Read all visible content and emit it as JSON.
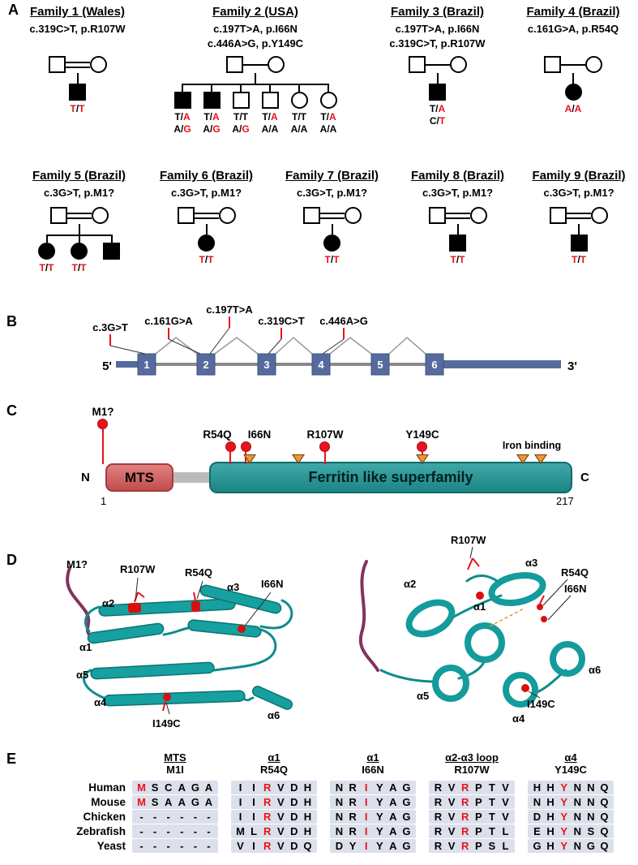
{
  "sep": "/",
  "panels": {
    "a": "A",
    "b": "B",
    "c": "C",
    "d": "D",
    "e": "E"
  },
  "families": {
    "f1": {
      "title": "Family 1 (Wales)",
      "v1": "c.319C>T, p.R107W",
      "g": {
        "a": "T",
        "b": "T"
      }
    },
    "f2": {
      "title": "Family 2 (USA)",
      "v1": "c.197T>A, p.I66N",
      "v2": "c.446A>G, p.Y149C",
      "c1": {
        "r1a": "T",
        "r1b": "A",
        "r2a": "A",
        "r2b": "G"
      },
      "c2": {
        "r1a": "T",
        "r1b": "A",
        "r2a": "A",
        "r2b": "G"
      },
      "c3": {
        "r1a": "T",
        "r1b": "T",
        "r2a": "A",
        "r2b": "G"
      },
      "c4": {
        "r1a": "T",
        "r1b": "A",
        "r2a": "A",
        "r2b": "A"
      },
      "c5": {
        "r1a": "T",
        "r1b": "T",
        "r2a": "A",
        "r2b": "A"
      },
      "c6": {
        "r1a": "T",
        "r1b": "A",
        "r2a": "A",
        "r2b": "A"
      }
    },
    "f3": {
      "title": "Family 3 (Brazil)",
      "v1": "c.197T>A, p.I66N",
      "v2": "c.319C>T, p.R107W",
      "g": {
        "r1a": "T",
        "r1b": "A",
        "r2a": "C",
        "r2b": "T"
      }
    },
    "f4": {
      "title": "Family 4 (Brazil)",
      "v1": "c.161G>A, p.R54Q",
      "g": {
        "a": "A",
        "b": "A"
      }
    },
    "f5": {
      "title": "Family 5 (Brazil)",
      "v1": "c.3G>T, p.M1?",
      "g1": {
        "a": "T",
        "b": "T"
      },
      "g2": {
        "a": "T",
        "b": "T"
      }
    },
    "f6": {
      "title": "Family 6 (Brazil)",
      "v1": "c.3G>T, p.M1?",
      "g": {
        "a": "T",
        "b": "T"
      }
    },
    "f7": {
      "title": "Family 7 (Brazil)",
      "v1": "c.3G>T, p.M1?",
      "g": {
        "a": "T",
        "b": "T"
      }
    },
    "f8": {
      "title": "Family 8 (Brazil)",
      "v1": "c.3G>T, p.M1?",
      "g": {
        "a": "T",
        "b": "T"
      }
    },
    "f9": {
      "title": "Family 9 (Brazil)",
      "v1": "c.3G>T, p.M1?",
      "g": {
        "a": "T",
        "b": "T"
      }
    }
  },
  "gene": {
    "five_prime": "5'",
    "three_prime": "3'",
    "exons": [
      "1",
      "2",
      "3",
      "4",
      "5",
      "6"
    ],
    "variants": [
      "c.3G>T",
      "c.161G>A",
      "c.197T>A",
      "c.319C>T",
      "c.446A>G"
    ]
  },
  "protein": {
    "n": "N",
    "c": "C",
    "start": "1",
    "end": "217",
    "mts": "MTS",
    "domain": "Ferritin like superfamily",
    "iron": "Iron binding",
    "muts": {
      "m1": "M1?",
      "r54q": "R54Q",
      "i66n": "I66N",
      "r107w": "R107W",
      "y149c": "Y149C"
    }
  },
  "structures": {
    "left": {
      "m1": "M1?",
      "r107w": "R107W",
      "r54q": "R54Q",
      "a3": "α3",
      "i66n": "I66N",
      "a2": "α2",
      "a1": "α1",
      "a5": "α5",
      "a4": "α4",
      "i149c": "I149C",
      "a6": "α6"
    },
    "right": {
      "r107w": "R107W",
      "a3": "α3",
      "r54q": "R54Q",
      "i66n": "I66N",
      "a2": "α2",
      "a1": "α1",
      "a6": "α6",
      "a5": "α5",
      "a4": "α4",
      "i149c": "I149C"
    }
  },
  "alignment": {
    "groups": [
      {
        "region": "MTS",
        "variant": "M1I",
        "red_index": 0
      },
      {
        "region": "α1",
        "variant": "R54Q",
        "red_index": 2
      },
      {
        "region": "α1",
        "variant": "I66N",
        "red_index": 2
      },
      {
        "region": "α2-α3 loop",
        "variant": "R107W",
        "red_index": 2
      },
      {
        "region": "α4",
        "variant": "Y149C",
        "red_index": 2
      }
    ],
    "rows": [
      {
        "name": "Human",
        "seqs": [
          [
            "M",
            "S",
            "C",
            "A",
            "G",
            "A"
          ],
          [
            "I",
            "I",
            "R",
            "V",
            "D",
            "H"
          ],
          [
            "N",
            "R",
            "I",
            "Y",
            "A",
            "G"
          ],
          [
            "R",
            "V",
            "R",
            "P",
            "T",
            "V"
          ],
          [
            "H",
            "H",
            "Y",
            "N",
            "N",
            "Q"
          ]
        ]
      },
      {
        "name": "Mouse",
        "seqs": [
          [
            "M",
            "S",
            "A",
            "A",
            "G",
            "A"
          ],
          [
            "I",
            "I",
            "R",
            "V",
            "D",
            "H"
          ],
          [
            "N",
            "R",
            "I",
            "Y",
            "A",
            "G"
          ],
          [
            "R",
            "V",
            "R",
            "P",
            "T",
            "V"
          ],
          [
            "N",
            "H",
            "Y",
            "N",
            "N",
            "Q"
          ]
        ]
      },
      {
        "name": "Chicken",
        "seqs": [
          [
            "-",
            "-",
            "-",
            "-",
            "-",
            "-"
          ],
          [
            "I",
            "I",
            "R",
            "V",
            "D",
            "H"
          ],
          [
            "N",
            "R",
            "I",
            "Y",
            "A",
            "G"
          ],
          [
            "R",
            "V",
            "R",
            "P",
            "T",
            "V"
          ],
          [
            "D",
            "H",
            "Y",
            "N",
            "N",
            "Q"
          ]
        ]
      },
      {
        "name": "Zebrafish",
        "seqs": [
          [
            "-",
            "-",
            "-",
            "-",
            "-",
            "-"
          ],
          [
            "M",
            "L",
            "R",
            "V",
            "D",
            "H"
          ],
          [
            "N",
            "R",
            "I",
            "Y",
            "A",
            "G"
          ],
          [
            "R",
            "V",
            "R",
            "P",
            "T",
            "L"
          ],
          [
            "E",
            "H",
            "Y",
            "N",
            "S",
            "Q"
          ]
        ]
      },
      {
        "name": "Yeast",
        "seqs": [
          [
            "-",
            "-",
            "-",
            "-",
            "-",
            "-"
          ],
          [
            "V",
            "I",
            "R",
            "V",
            "D",
            "Q"
          ],
          [
            "D",
            "Y",
            "I",
            "Y",
            "A",
            "G"
          ],
          [
            "R",
            "V",
            "R",
            "P",
            "S",
            "L"
          ],
          [
            "G",
            "H",
            "Y",
            "N",
            "G",
            "Q"
          ]
        ]
      }
    ]
  }
}
